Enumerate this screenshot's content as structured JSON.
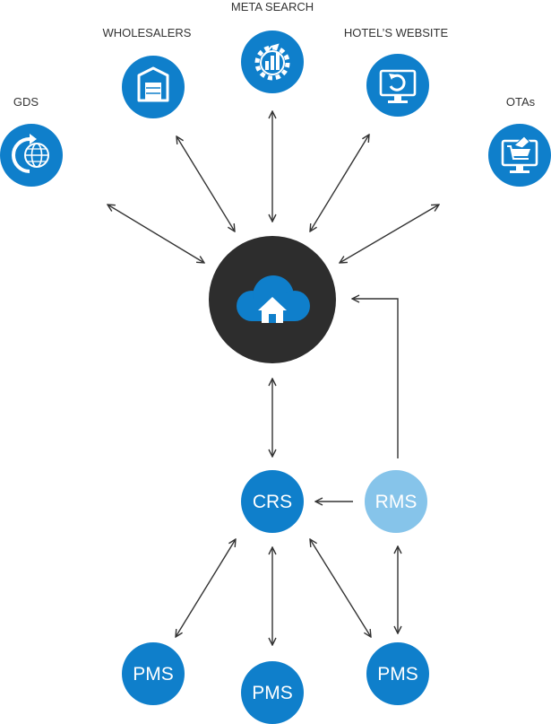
{
  "channels": {
    "gds": "GDS",
    "wholesalers": "WHOLESALERS",
    "meta_search": "META SEARCH",
    "hotels_website": "HOTEL’S WEBSITE",
    "otas": "OTAs"
  },
  "nodes": {
    "crs": "CRS",
    "rms": "RMS",
    "pms_left": "PMS",
    "pms_center": "PMS",
    "pms_right": "PMS"
  },
  "colors": {
    "primary_blue": "#0f7fcb",
    "light_blue": "#86c4ea",
    "hub_dark": "#2d2d2d",
    "arrow": "#333333"
  },
  "icons": {
    "gds": "globe-refresh-icon",
    "wholesalers": "warehouse-icon",
    "meta_search": "gear-chart-icon",
    "hotels_website": "monitor-refresh-icon",
    "otas": "monitor-cart-icon",
    "hub": "cloud-house-icon"
  }
}
